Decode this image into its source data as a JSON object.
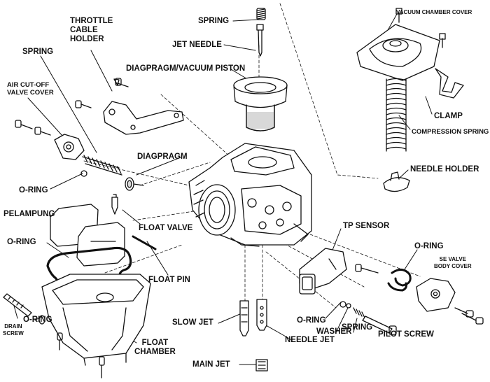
{
  "labels": {
    "throttle_cable_holder": [
      "THROTTLE",
      "CABLE",
      "HOLDER"
    ],
    "spring_top": "SPRING",
    "jet_needle": "JET NEEDLE",
    "vacuum_chamber_cover": "VACUUM CHAMBER COVER",
    "spring_left": "SPRING",
    "diaphragm_vacuum_piston": "DIAGPRAGM/VACUUM PISTON",
    "air_cutoff_valve_cover": [
      "AIR CUT-OFF",
      "VALVE COVER"
    ],
    "clamp": "CLAMP",
    "compression_spring": "COMPRESSION SPRING",
    "diaphragm": "DIAGPRAGM",
    "needle_holder": "NEEDLE HOLDER",
    "o_ring_left": "O-RING",
    "pelampung": "PELAMPUNG",
    "float_valve": "FLOAT VALVE",
    "tp_sensor": "TP SENSOR",
    "o_ring_float": "O-RING",
    "o_ring_right": "O-RING",
    "se_valve_body_cover": [
      "SE VALVE",
      "BODY COVER"
    ],
    "float_pin": "FLOAT PIN",
    "o_ring_washer": "O-RING",
    "washer": "WASHER",
    "o_ring_drain": "O-RING",
    "slow_jet": "SLOW JET",
    "spring_pilot": "SPRING",
    "pilot_screw": "PILOT SCREW",
    "drain_screw": [
      "DRAIN",
      "SCREW"
    ],
    "float_chamber": [
      "FLOAT",
      "CHAMBER"
    ],
    "needle_jet": "NEEDLE JET",
    "main_jet": "MAIN JET"
  },
  "colors": {
    "line": "#111111",
    "shade": "#d8d8d8",
    "paper": "#ffffff"
  }
}
